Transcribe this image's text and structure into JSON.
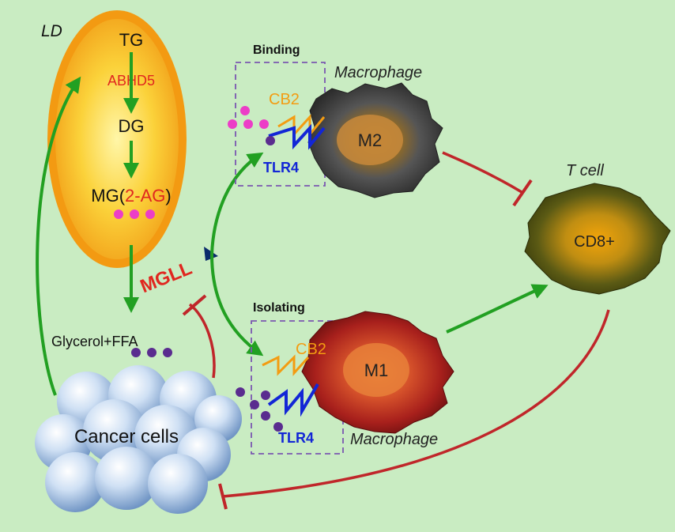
{
  "colors": {
    "background": "#c9ecc2",
    "activation_arrow": "#22a022",
    "inhibition": "#c0262a",
    "enzyme_red": "#e0271f",
    "cb2_orange": "#f39c12",
    "tlr4_blue": "#1226d6",
    "ag_dot_pink": "#ec3dc7",
    "ffa_dot_purple": "#5a2c8f",
    "mgll_arrowhead": "#0a2a6b"
  },
  "lipid_droplet": {
    "label": "LD",
    "tg": "TG",
    "abhd5": "ABHD5",
    "dg": "DG",
    "mg_prefix": "MG(",
    "mg_2ag": "2-AG",
    "mg_suffix": ")"
  },
  "mgll_label": "MGLL",
  "products_label": "Glycerol+FFA",
  "cancer_label": "Cancer cells",
  "binding_panel": {
    "title": "Binding",
    "macrophage_label": "Macrophage",
    "cb2_label": "CB2",
    "tlr4_label": "TLR4",
    "cell_label": "M2"
  },
  "isolating_panel": {
    "title": "Isolating",
    "macrophage_label": "Macrophage",
    "cb2_label": "CB2",
    "tlr4_label": "TLR4",
    "cell_label": "M1"
  },
  "t_cell": {
    "title": "T cell",
    "cell_label": "CD8+"
  }
}
